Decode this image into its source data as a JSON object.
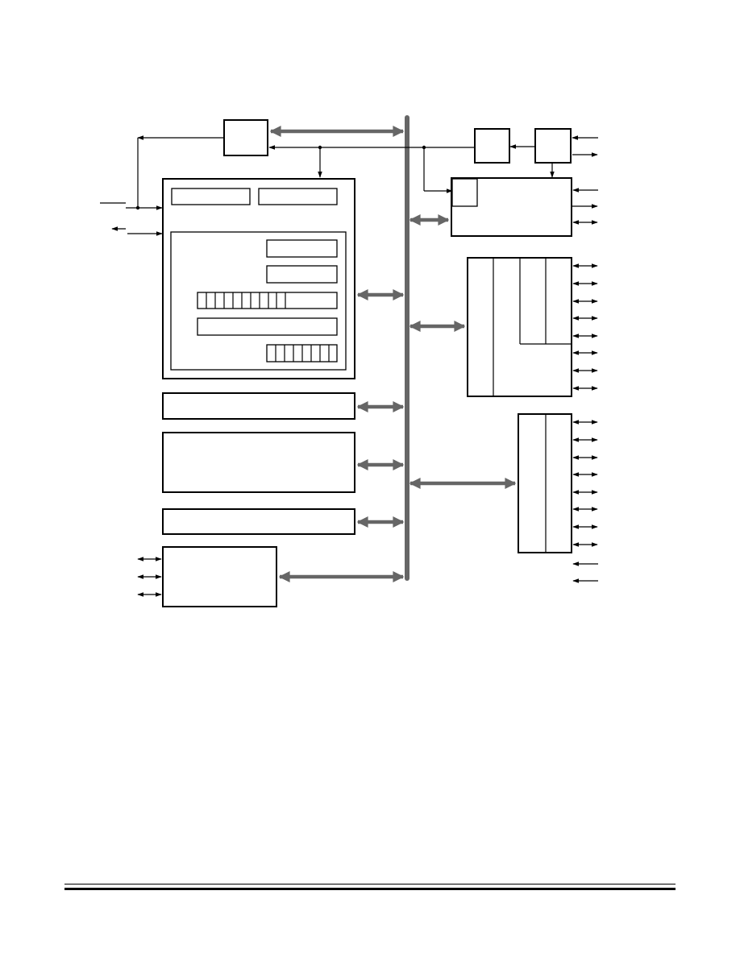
{
  "diagram": {
    "kind": "block-diagram",
    "labels_visible": false,
    "colors": {
      "line": "#000000",
      "bus": "#666666",
      "background": "#ffffff"
    }
  },
  "external_signals": {
    "right_top_group": [
      "in",
      "out"
    ],
    "right_block_group": [
      "in",
      "out",
      "bidirectional"
    ],
    "right_upper_port_pins": 8,
    "right_lower_port_pins": 8,
    "right_lower_inputs": 2,
    "left_bottom_port_pins": 3
  },
  "footer": {
    "rules": 2
  }
}
